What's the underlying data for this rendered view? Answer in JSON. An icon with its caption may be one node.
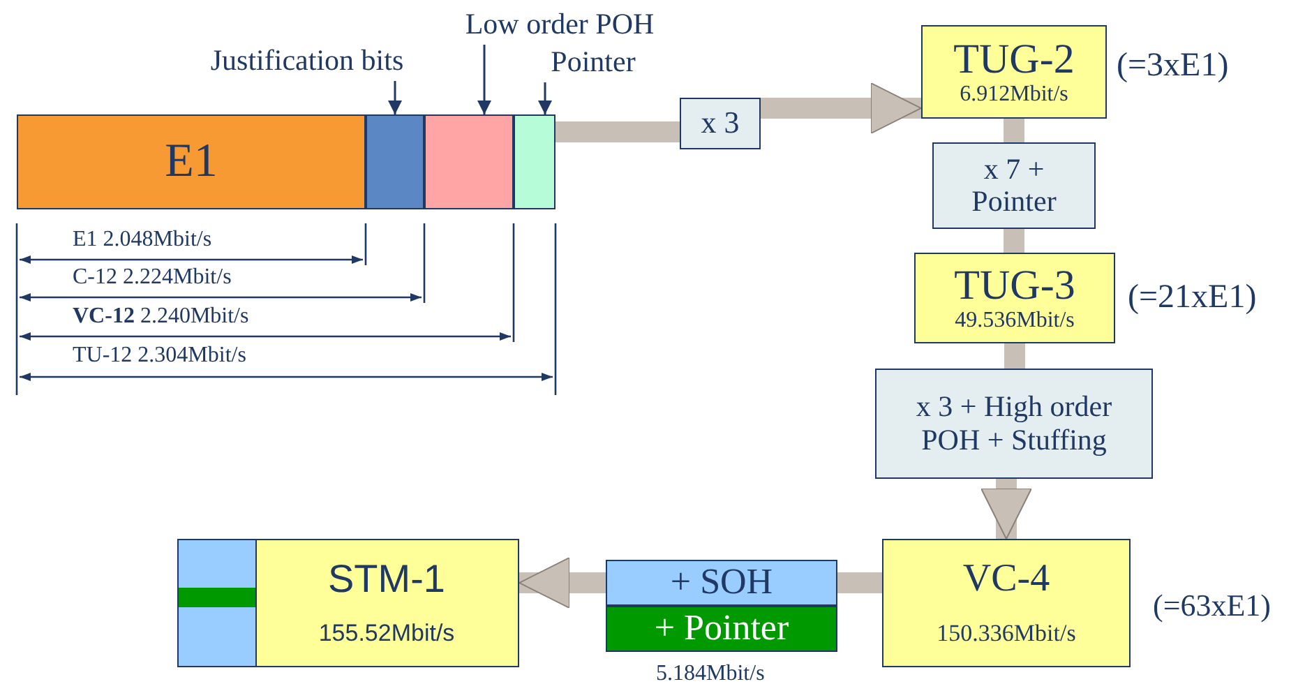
{
  "diagram": {
    "nodes": [
      {
        "text": [
          "Justification bits"
        ]
      },
      {
        "text": [
          "Low order POH"
        ]
      },
      {
        "text": [
          "Pointer"
        ]
      },
      {
        "text": [
          "E1"
        ]
      },
      {
        "text": [],
        "shape": "box"
      },
      {
        "text": [],
        "shape": "box"
      },
      {
        "text": [],
        "shape": "box"
      },
      {
        "text": [
          "x 3"
        ]
      },
      {
        "text": [
          "TUG-2",
          "6.912Mbit/s"
        ],
        "beside": [
          "(=3xE1)"
        ]
      },
      {
        "text": [
          "x 7 + Pointer"
        ]
      },
      {
        "text": [
          "TUG-3",
          "49.536Mbit/s"
        ],
        "beside": [
          "(=21xE1)"
        ]
      },
      {
        "text": [
          "x 3 + High order POH + Stuffing"
        ]
      },
      {
        "text": [
          "VC-4",
          "150.336Mbit/s"
        ],
        "beside": [
          "(=63xE1)"
        ]
      },
      {
        "text": [
          "+ SOH"
        ]
      },
      {
        "text": [
          "+ Pointer"
        ],
        "beside": [
          "5.184Mbit/s"
        ]
      },
      {
        "text": [
          "STM-1",
          "155.52Mbit/s"
        ]
      }
    ],
    "edges": [
      {
        "from": 0,
        "to": 4,
        "arrow": "to",
        "color": "#1f3864"
      },
      {
        "from": 1,
        "to": 5,
        "arrow": "to",
        "color": "#1f3864"
      },
      {
        "from": 2,
        "to": 6,
        "arrow": "to",
        "color": "#1f3864"
      },
      {
        "from": 6,
        "to": 7,
        "arrow": "none"
      },
      {
        "from": 7,
        "to": 8,
        "arrow": "to"
      },
      {
        "from": 8,
        "to": 9,
        "arrow": "none"
      },
      {
        "from": 9,
        "to": 10,
        "arrow": "none"
      },
      {
        "from": 10,
        "to": 11,
        "arrow": "none"
      },
      {
        "from": 11,
        "to": 12,
        "arrow": "to"
      },
      {
        "from": 12,
        "to": 13,
        "arrow": "none"
      },
      {
        "from": 13,
        "to": 15,
        "arrow": "to"
      }
    ],
    "labels": [
      "E1 2.048Mbit/s",
      "C-12 2.224Mbit/s",
      "**VC-12** 2.240Mbit/s",
      "TU-12 2.304Mbit/s"
    ]
  }
}
